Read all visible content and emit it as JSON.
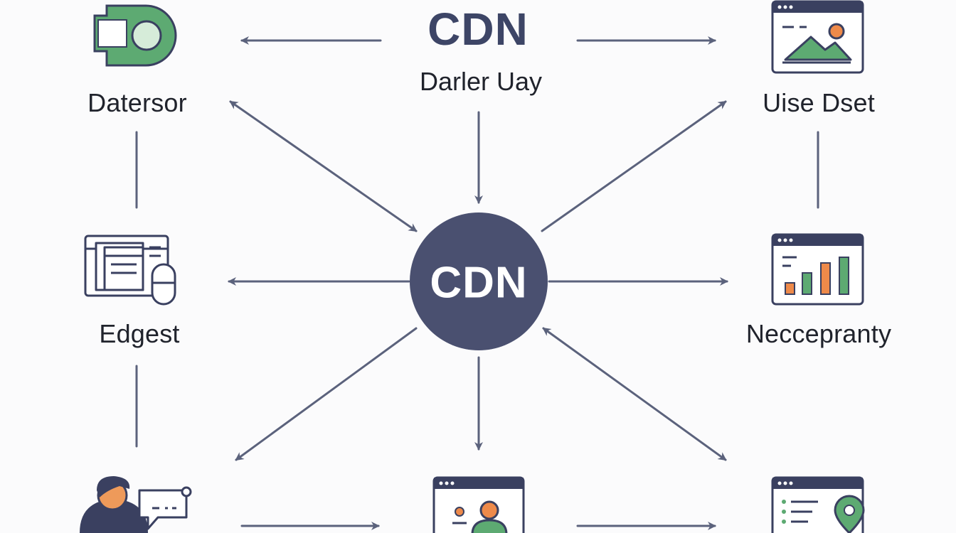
{
  "header": {
    "title": "CDN",
    "subtitle": "Darler Uay"
  },
  "hub": {
    "label": "CDN"
  },
  "nodes": {
    "top_left": {
      "label": "Datersor",
      "icon": "cloud-storage-icon"
    },
    "mid_left": {
      "label": "Edgest",
      "icon": "edge-server-icon"
    },
    "bottom_left": {
      "label": "",
      "icon": "user-chat-icon"
    },
    "top_right": {
      "label": "Uise Dset",
      "icon": "image-window-icon"
    },
    "mid_right": {
      "label": "Neccepranty",
      "icon": "analytics-window-icon"
    },
    "bottom_center": {
      "label": "",
      "icon": "user-window-icon"
    },
    "bottom_right": {
      "label": "",
      "icon": "location-window-icon"
    }
  },
  "colors": {
    "hub": "#4a5070",
    "arrow": "#5b627c",
    "green": "#5daa72",
    "orange": "#ee8a4a",
    "dark": "#3a4060"
  }
}
